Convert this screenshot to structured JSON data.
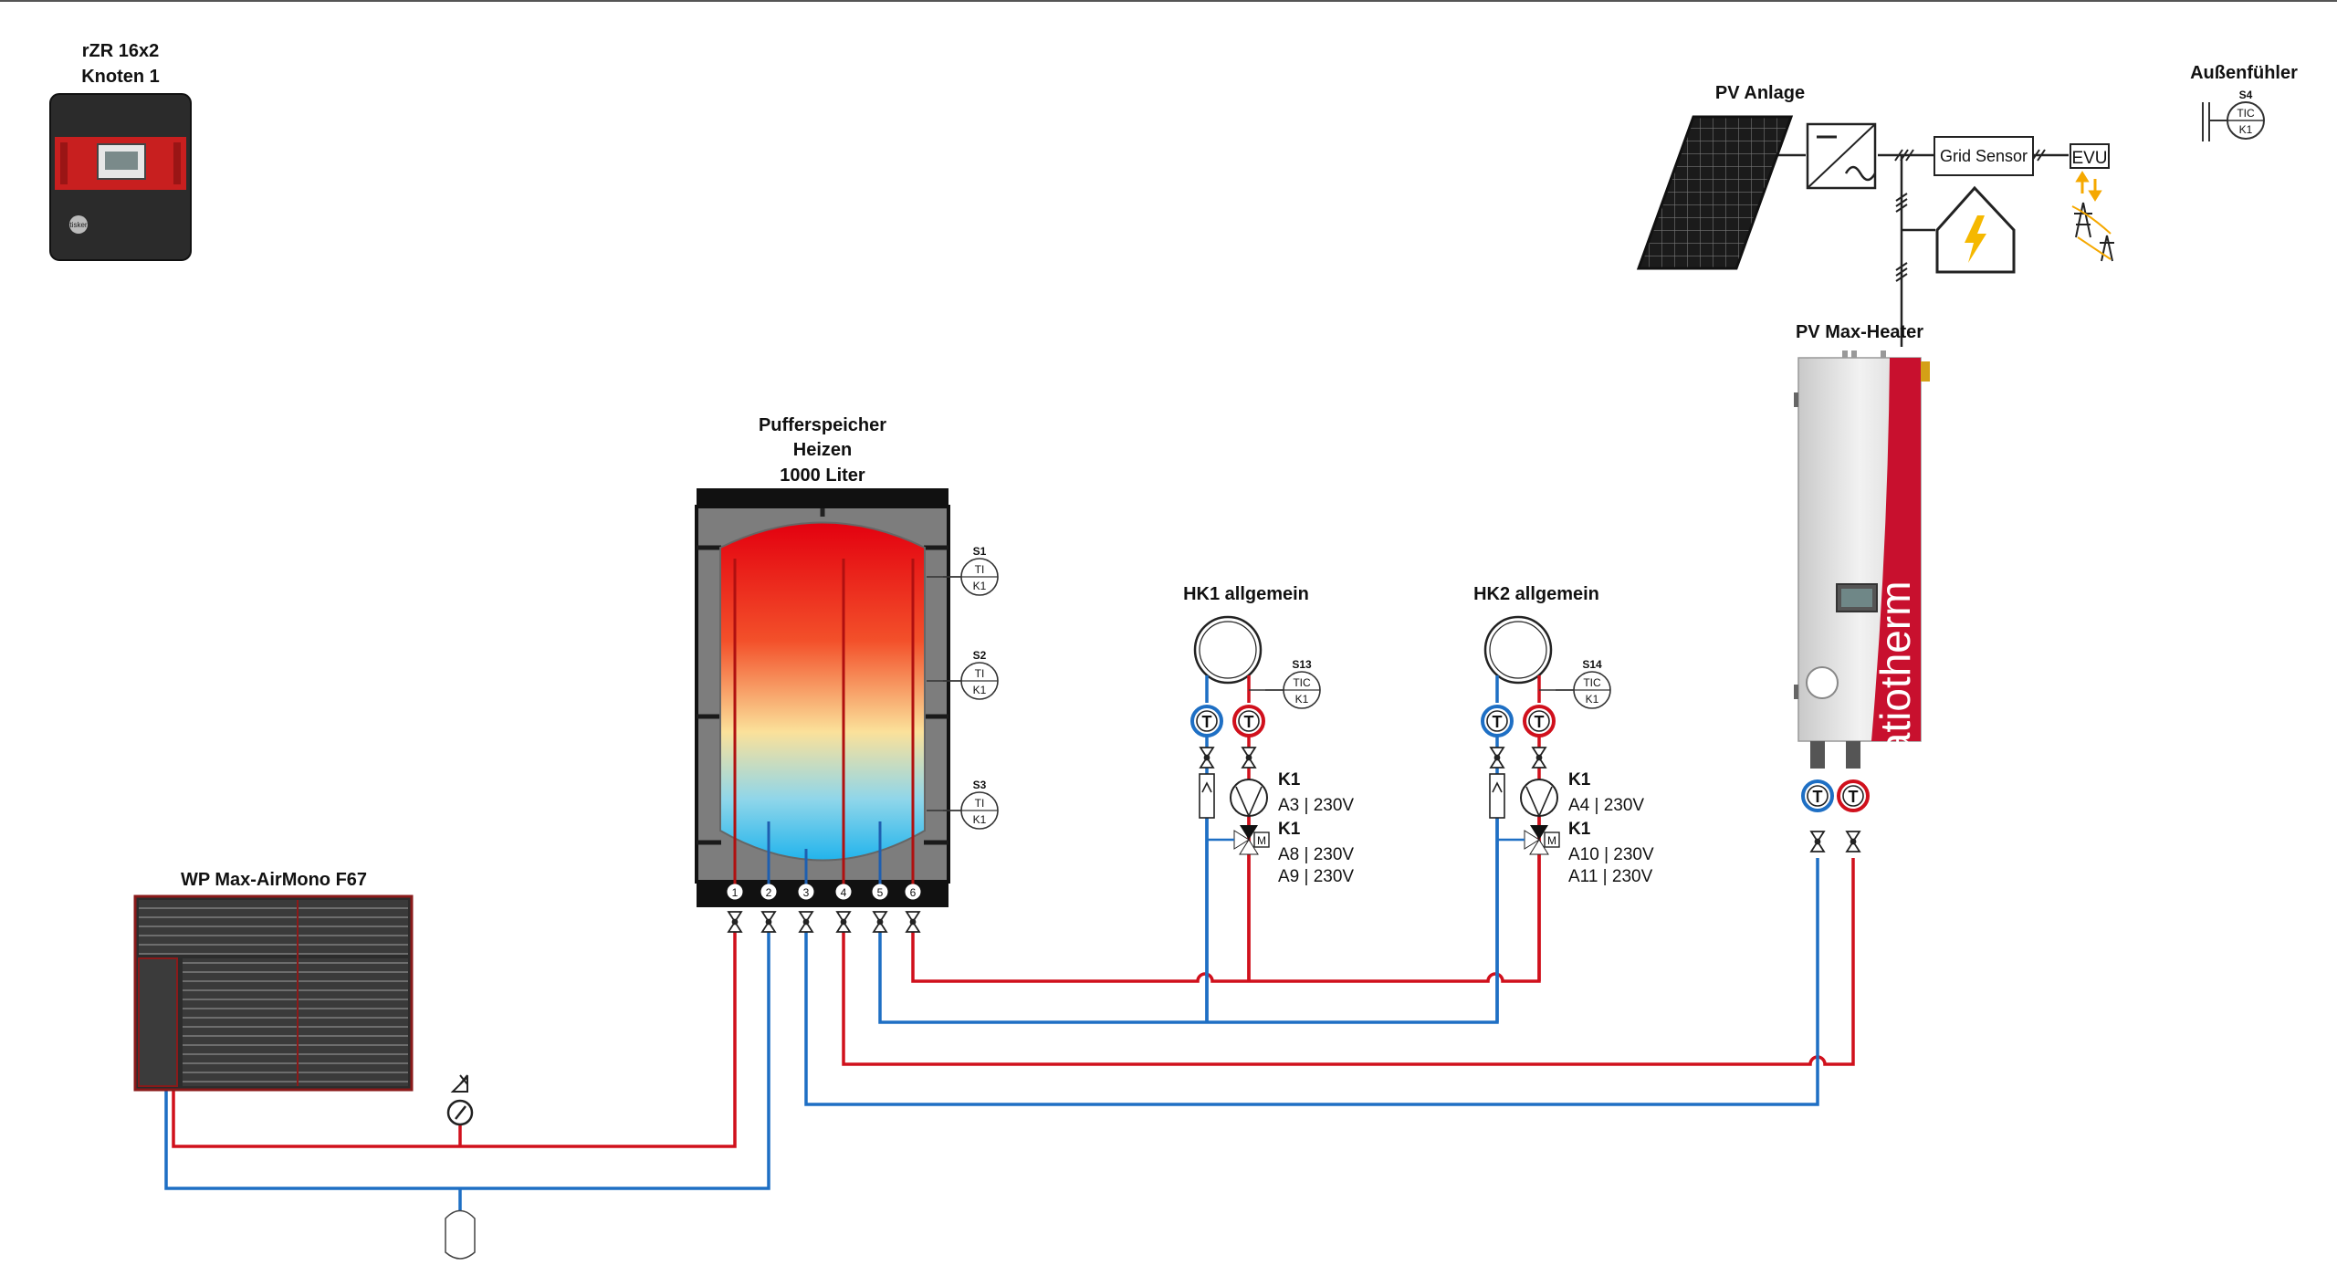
{
  "controller": {
    "line1": "rZR 16x2",
    "line2": "Knoten 1",
    "badge": "tisker"
  },
  "outdoor_sensor": {
    "title": "Außenfühler",
    "tag": "S4",
    "code": "TIC",
    "ref": "K1"
  },
  "pv_system": {
    "title": "PV Anlage",
    "grid_sensor": "Grid Sensor",
    "utility": "EVU"
  },
  "pv_heater": {
    "title": "PV Max-Heater",
    "brand": "ratiotherm"
  },
  "buffer_tank": {
    "title_line1": "Pufferspeicher",
    "title_line2": "Heizen",
    "title_line3": "1000 Liter",
    "sensors": [
      {
        "tag": "S1",
        "code": "TI",
        "ref": "K1"
      },
      {
        "tag": "S2",
        "code": "TI",
        "ref": "K1"
      },
      {
        "tag": "S3",
        "code": "TI",
        "ref": "K1"
      }
    ],
    "ports": [
      "1",
      "2",
      "3",
      "4",
      "5",
      "6"
    ]
  },
  "heating_circuits": [
    {
      "title": "HK1 allgemein",
      "sensor": {
        "tag": "S13",
        "code": "TIC",
        "ref": "K1"
      },
      "thermometer_glyph": "T",
      "motor_glyph": "M",
      "pump_ref": "K1",
      "pump_io": "A3 | 230V",
      "mixer_ref": "K1",
      "mixer_io1": "A8 | 230V",
      "mixer_io2": "A9 | 230V"
    },
    {
      "title": "HK2 allgemein",
      "sensor": {
        "tag": "S14",
        "code": "TIC",
        "ref": "K1"
      },
      "thermometer_glyph": "T",
      "motor_glyph": "M",
      "pump_ref": "K1",
      "pump_io": "A4 | 230V",
      "mixer_ref": "K1",
      "mixer_io1": "A10 | 230V",
      "mixer_io2": "A11 | 230V"
    }
  ],
  "heat_pump": {
    "title": "WP Max-AirMono F67"
  },
  "colors": {
    "hot": "#d0101c",
    "cold": "#1e6fc4",
    "brand_red": "#c8102e"
  }
}
